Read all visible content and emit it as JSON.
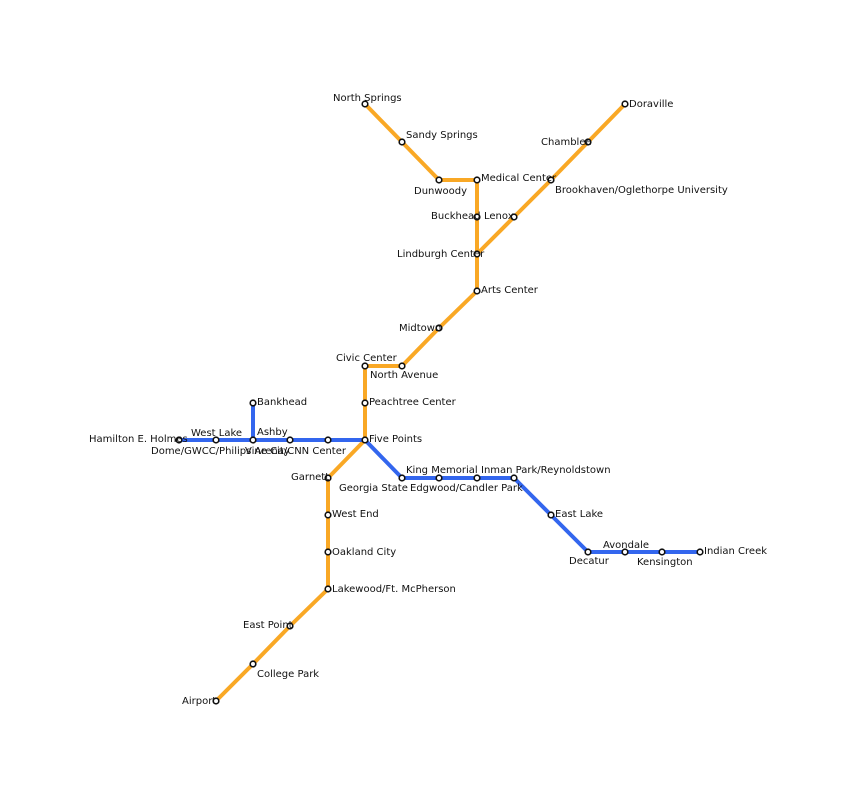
{
  "colors": {
    "gold_line": "#F9A825",
    "blue_line": "#3366EE",
    "station_fill": "#ffffff",
    "station_stroke": "#111111"
  },
  "lines": [
    {
      "name": "gold-line",
      "color": "#F9A825"
    },
    {
      "name": "blue-line",
      "color": "#3366EE"
    }
  ],
  "stations": {
    "north_springs": "North Springs",
    "sandy_springs": "Sandy Springs",
    "dunwoody": "Dunwoody",
    "medical_center": "Medical Center",
    "buckhead": "Buckhead",
    "lenox": "Lenox",
    "brookhaven": "Brookhaven/Oglethorpe University",
    "chamblee": "Chamblee",
    "doraville": "Doraville",
    "lindbergh_center": "Lindburgh Center",
    "arts_center": "Arts Center",
    "midtown": "Midtown",
    "civic_center": "Civic Center",
    "north_avenue": "North Avenue",
    "peachtree_center": "Peachtree Center",
    "five_points": "Five Points",
    "bankhead": "Bankhead",
    "ashby": "Ashby",
    "west_lake": "West Lake",
    "hamilton_holmes": "Hamilton E. Holmes",
    "dome": "Dome/GWCC/Philips Arena/CNN Center",
    "vine_city": "Vine City",
    "garnett": "Garnett",
    "georgia_state": "Georgia State",
    "king_memorial": "King Memorial",
    "inman_park": "Inman Park/Reynoldstown",
    "edgewood": "Edgwood/Candler Park",
    "west_end": "West End",
    "oakland_city": "Oakland City",
    "lakewood": "Lakewood/Ft. McPherson",
    "east_point": "East Point",
    "college_park": "College Park",
    "airport": "Airport",
    "east_lake": "East Lake",
    "decatur": "Decatur",
    "avondale": "Avondale",
    "kensington": "Kensington",
    "indian_creek": "Indian Creek"
  }
}
